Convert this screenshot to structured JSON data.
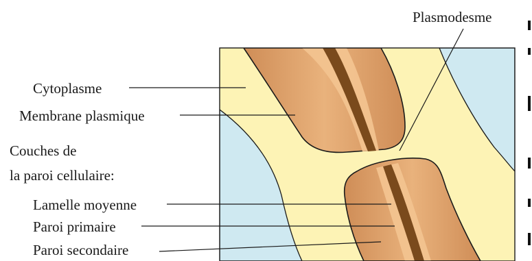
{
  "labels": {
    "plasmodesme": "Plasmodesme",
    "cytoplasme": "Cytoplasme",
    "membrane": "Membrane plasmique",
    "couches_line1": "Couches de",
    "couches_line2": "la paroi cellulaire:",
    "lamelle": "Lamelle moyenne",
    "primaire": "Paroi primaire",
    "secondaire": "Paroi secondaire"
  },
  "colors": {
    "cytoplasm": "#fdf3b5",
    "cell_exterior": "#cfe9f1",
    "secondary_wall": "#dfa26b",
    "primary_wall": "#f2c38f",
    "middle_lamella": "#7a4a1c",
    "outline": "#1a1a1a"
  }
}
